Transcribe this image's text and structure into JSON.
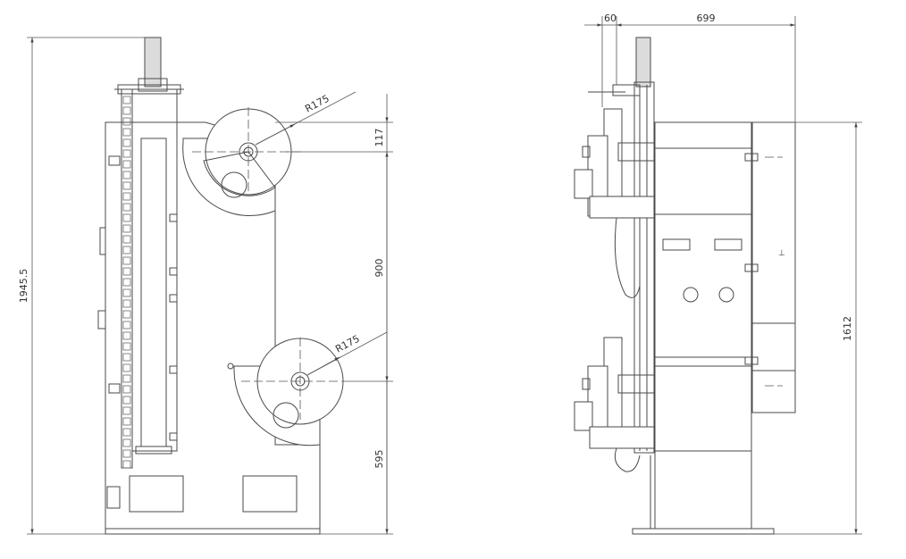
{
  "front_view": {
    "height_total": "1945.5",
    "radius_top": "R175",
    "radius_bottom": "R175",
    "dim_117": "117",
    "dim_900": "900",
    "dim_595": "595"
  },
  "side_view": {
    "dim_60": "60",
    "dim_699": "699",
    "dim_1612": "1612",
    "label_mark": "⊥"
  },
  "colors": {
    "line": "#4a4a4a",
    "fill": "#dcdcdc",
    "background": "#ffffff"
  }
}
